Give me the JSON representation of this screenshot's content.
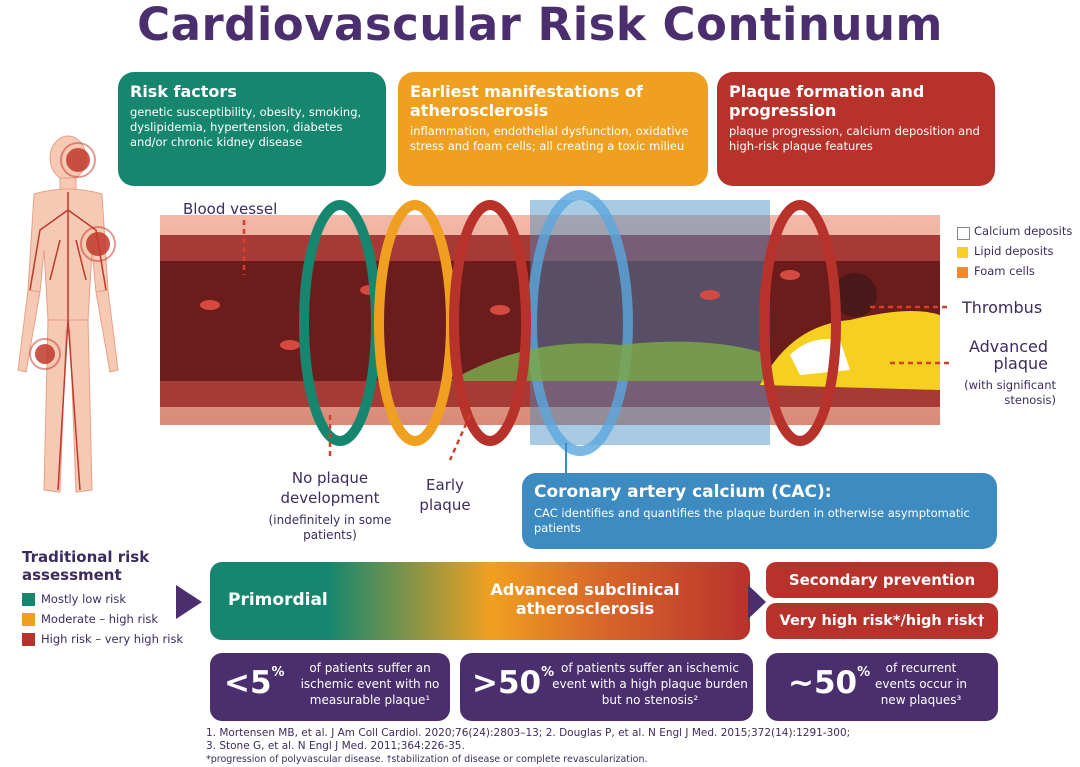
{
  "title": "Cardiovascular Risk Continuum",
  "boxes": {
    "risk_factors": {
      "title": "Risk factors",
      "text": "genetic susceptibility, obesity, smoking, dyslipidemia, hypertension, diabetes and/or chronic kidney disease"
    },
    "earliest": {
      "title": "Earliest manifestations of atherosclerosis",
      "text": "inflammation, endothelial dysfunction, oxidative stress and foam cells; all creating a toxic milieu"
    },
    "plaque": {
      "title": "Plaque formation and progression",
      "text": "plaque progression, calcium deposition and high-risk plaque features"
    },
    "cac": {
      "title": "Coronary artery calcium (CAC):",
      "text": "CAC identifies and quantifies the plaque burden in otherwise asymptomatic patients"
    }
  },
  "labels": {
    "blood_vessel": "Blood vessel",
    "no_plaque": "No plaque development",
    "no_plaque_sub": "(indefinitely in some patients)",
    "early_plaque": "Early plaque",
    "thrombus": "Thrombus",
    "advanced": "Advanced plaque",
    "advanced_sub": "(with significant stenosis)"
  },
  "legend": [
    {
      "label": "Calcium deposits",
      "color": "#ffffff"
    },
    {
      "label": "Lipid deposits",
      "color": "#f5d020"
    },
    {
      "label": "Foam cells",
      "color": "#f08a30"
    }
  ],
  "traditional": {
    "title": "Traditional risk assessment",
    "items": [
      {
        "label": "Mostly low risk",
        "color": "#16876e"
      },
      {
        "label": "Moderate – high risk",
        "color": "#f0a020"
      },
      {
        "label": "High risk – very high risk",
        "color": "#b8322c"
      }
    ]
  },
  "band": {
    "primordial": "Primordial",
    "advanced": "Advanced subclinical atherosclerosis",
    "secondary": "Secondary prevention",
    "very_high": "Very high risk*/high risk†"
  },
  "stats": [
    {
      "value": "<5",
      "unit": "%",
      "text": "of patients suffer an ischemic event with no measurable plaque¹"
    },
    {
      "value": ">50",
      "unit": "%",
      "text": "of patients suffer an ischemic event with a high plaque burden but no stenosis²"
    },
    {
      "value": "~50",
      "unit": "%",
      "text": "of recurrent events occur in new plaques³"
    }
  ],
  "references": [
    "1. Mortensen MB, et al. J Am Coll Cardiol. 2020;76(24):2803–13; 2. Douglas P, et al. N Engl J Med. 2015;372(14):1291-300;",
    "3. Stone G, et al. N Engl J Med. 2011;364:226-35.",
    "*progression of polyvascular disease. †stabilization of disease or complete revascularization."
  ],
  "colors": {
    "green": "#16876e",
    "orange": "#f0a020",
    "red": "#b8322c",
    "blue": "#3d8bc0",
    "purple": "#4a2e6e"
  }
}
